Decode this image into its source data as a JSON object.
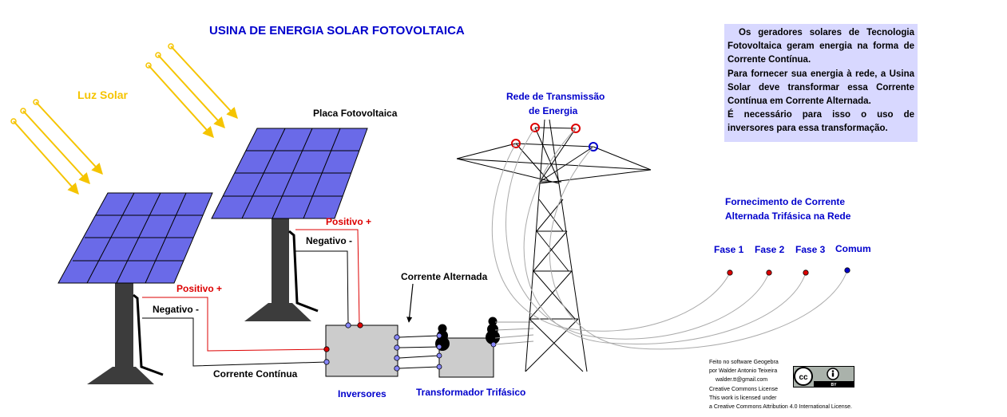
{
  "title": "USINA DE ENERGIA SOLAR FOTOVOLTAICA",
  "labels": {
    "luz_solar": "Luz Solar",
    "placa": "Placa Fotovoltaica",
    "positivo_1": "Positivo +",
    "negativo_1": "Negativo -",
    "positivo_2": "Positivo +",
    "negativo_2": "Negativo -",
    "corrente_continua": "Corrente Contínua",
    "corrente_alternada": "Corrente Alternada",
    "inversores": "Inversores",
    "transformador": "Transformador Trifásico",
    "rede_line1": "Rede de Transmissão",
    "rede_line2": "de Energia",
    "fornecimento_line1": "Fornecimento de Corrente",
    "fornecimento_line2": "Alternada Trifásica na Rede",
    "fase1": "Fase 1",
    "fase2": "Fase 2",
    "fase3": "Fase 3",
    "comum": "Comum"
  },
  "info": [
    "Os geradores solares de Tecnologia Fotovoltaica geram energia na forma de Corrente Contínua.",
    "Para fornecer sua energia à rede, a Usina Solar deve transformar essa Corrente Contínua em Corrente Alternada.",
    "É necessário para isso o uso de inversores para essa transformação."
  ],
  "credits": [
    "Feito no software Geogebra",
    "por  Walder Antonio Teixeira",
    "walder.tt@gmail.com",
    "Creative Commons License",
    "This work is licensed  under",
    "a Creative Commons Attribution 4.0 International License."
  ],
  "cc_badge": {
    "cc": "cc",
    "by": "BY"
  },
  "colors": {
    "title": "#0000cc",
    "sun": "#f5c400",
    "positive": "#dd0000",
    "phase": "#dd0000",
    "neutral": "#0000cc",
    "panel": "#6a6ae8",
    "info_bg": "#d8d8ff"
  }
}
